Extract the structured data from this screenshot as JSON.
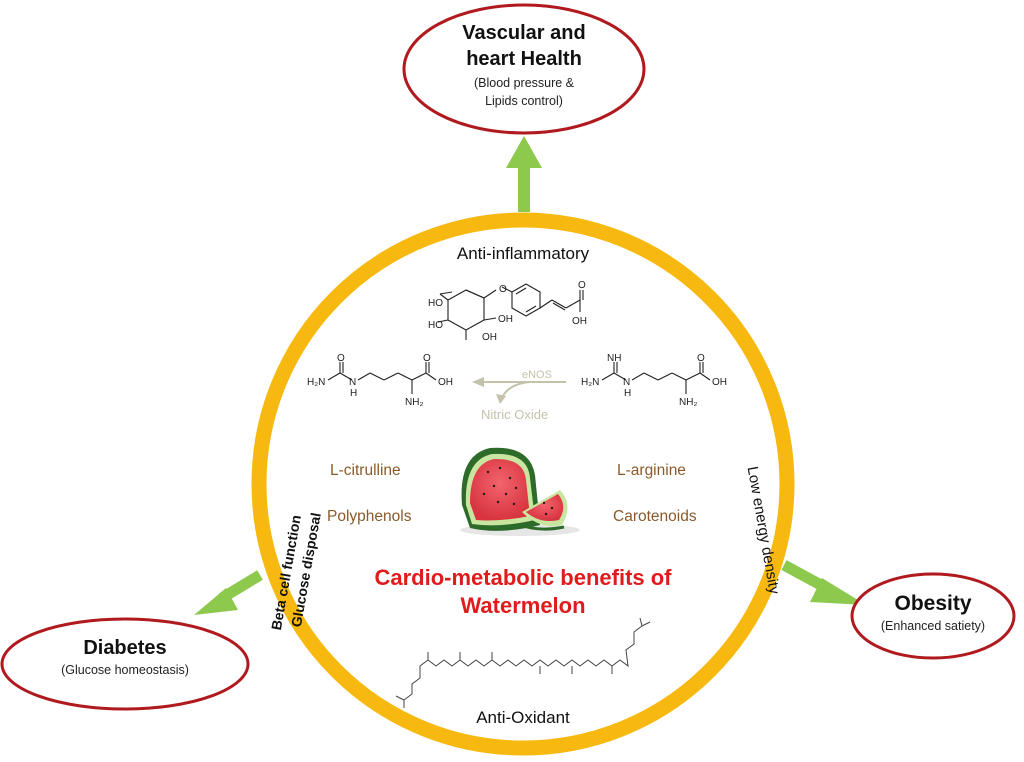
{
  "diagram": {
    "title_line1": "Cardio-metabolic benefits of",
    "title_line2": "Watermelon",
    "colors": {
      "ring": "#f7b90f",
      "arrow": "#8dc94c",
      "ellipse_border": "#b01a1f",
      "title": "#e01b1b",
      "compound": "#8a5a2b",
      "enos": "#c5c2ab"
    },
    "ring_labels": {
      "top": "Anti-inflammatory",
      "bottom": "Anti-Oxidant",
      "right": "Low energy density",
      "left_outer": "Beta cell function",
      "left_inner": "Glucose disposal"
    },
    "compounds": {
      "citrulline": "L-citrulline",
      "arginine": "L-arginine",
      "polyphenols": "Polyphenols",
      "carotenoids": "Carotenoids"
    },
    "pathway": {
      "enzyme": "eNOS",
      "product": "Nitric Oxide"
    },
    "outcomes": [
      {
        "id": "vascular",
        "title_line1": "Vascular and",
        "title_line2": "heart Health",
        "sub_line1": "(Blood pressure &",
        "sub_line2": "Lipids control)"
      },
      {
        "id": "diabetes",
        "title": "Diabetes",
        "sub": "(Glucose homeostasis)"
      },
      {
        "id": "obesity",
        "title": "Obesity",
        "sub": "(Enhanced satiety)"
      }
    ],
    "molecule_labels": {
      "ho": "HO",
      "oh": "OH",
      "o": "O",
      "h2n": "H₂N",
      "nh2": "NH₂",
      "nh": "NH",
      "h": "H",
      "n": "N"
    },
    "icons": [
      "watermelon-icon",
      "arrow-icon"
    ]
  }
}
